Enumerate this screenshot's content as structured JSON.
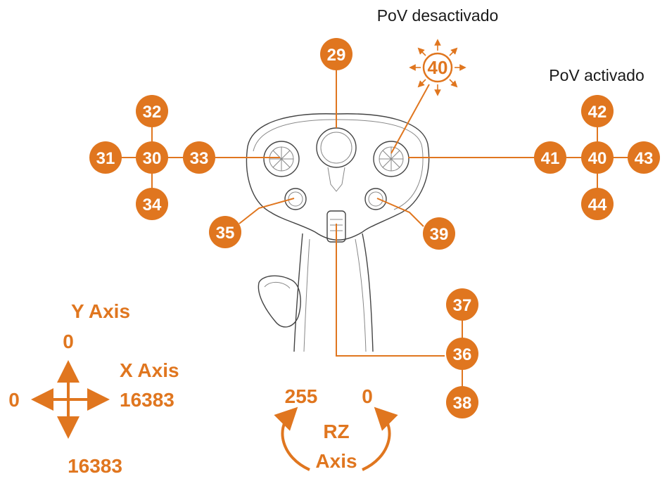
{
  "accent_color": "#e0761f",
  "labels": {
    "pov_off": "PoV desactivado",
    "pov_on": "PoV activado"
  },
  "buttons": {
    "b29": "29",
    "b30": "30",
    "b31": "31",
    "b32": "32",
    "b33": "33",
    "b34": "34",
    "b35": "35",
    "b36": "36",
    "b37": "37",
    "b38": "38",
    "b39": "39",
    "b40_off": "40",
    "b40_on": "40",
    "b41": "41",
    "b42": "42",
    "b43": "43",
    "b44": "44"
  },
  "axes": {
    "y_title": "Y Axis",
    "y_min": "0",
    "y_max": "16383",
    "x_title": "X Axis",
    "x_min": "0",
    "x_max": "16383",
    "rz_left": "255",
    "rz_right": "0",
    "rz_title_1": "RZ",
    "rz_title_2": "Axis"
  }
}
